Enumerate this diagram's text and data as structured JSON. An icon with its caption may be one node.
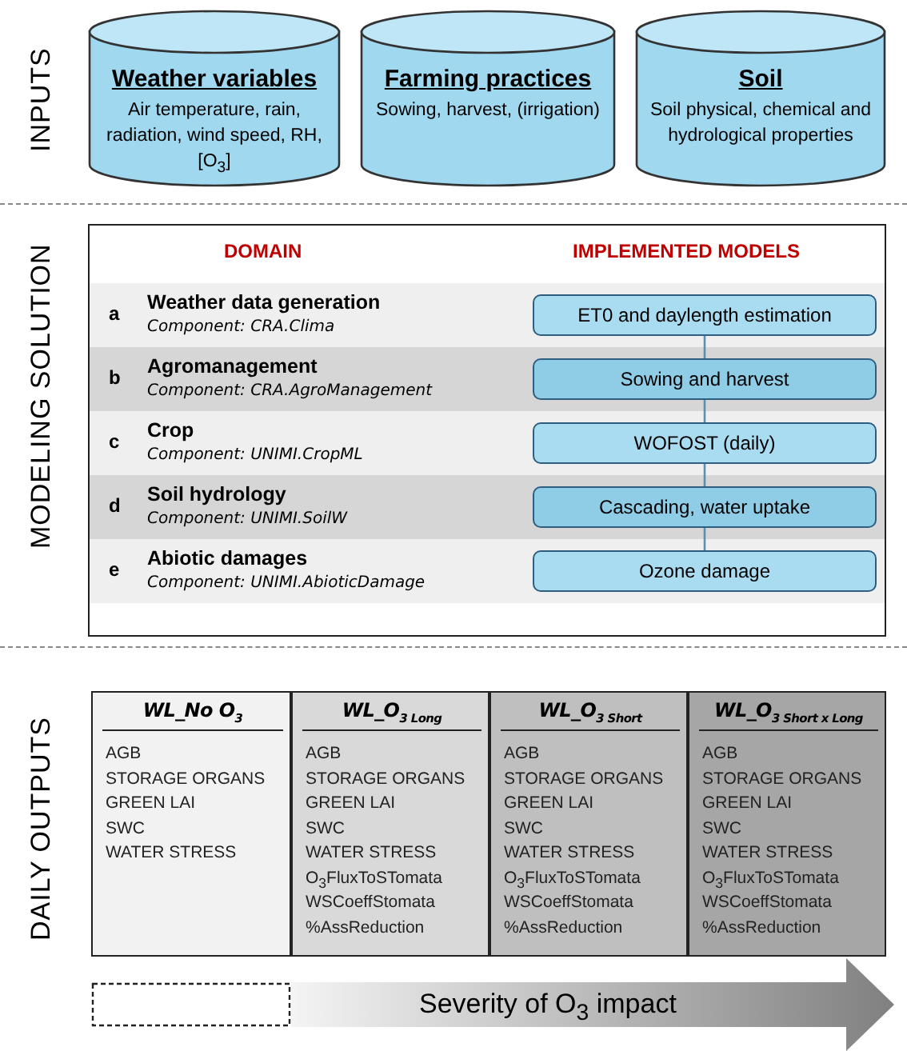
{
  "diagram": {
    "nodes": [
      {
        "text": [
          "Weather variables",
          "Air temperature, rain, radiation, wind speed, RH, [O$_{3}$]"
        ]
      },
      {
        "text": [
          "Farming practices",
          "Sowing, harvest, (irrigation)"
        ]
      },
      {
        "text": [
          "Soil",
          "Soil physical, chemical and hydrological properties"
        ]
      },
      {
        "text": [],
        "shape": "box"
      },
      {
        "text": [
          "a",
          "Weather data generation",
          "Component: CRA.Clima"
        ],
        "in": 3
      },
      {
        "text": [
          "ET0 and daylength estimation"
        ],
        "in": 4
      },
      {
        "text": [
          "b",
          "Agromanagement",
          "Component: CRA.AgroManagement"
        ],
        "in": 3
      },
      {
        "text": [
          "Sowing and harvest"
        ],
        "in": 6
      },
      {
        "text": [
          "c",
          "Crop",
          "Component: UNIMI.CropML"
        ],
        "in": 3
      },
      {
        "text": [
          "WOFOST (daily)"
        ],
        "in": 8
      },
      {
        "text": [
          "d",
          "Soil hydrology",
          "Component: UNIMI.SoilW"
        ],
        "in": 3
      },
      {
        "text": [
          "Cascading, water uptake"
        ],
        "in": 10
      },
      {
        "text": [
          "e",
          "Abiotic damages",
          "Component: UNIMI.AbioticDamage"
        ],
        "in": 3
      },
      {
        "text": [
          "Ozone damage"
        ],
        "in": 12
      },
      {
        "text": [
          "WL_No O$_{3}$",
          "AGB",
          "STORAGE ORGANS",
          "GREEN LAI",
          "SWC",
          "WATER STRESS"
        ]
      },
      {
        "text": [
          "WL_O$_{3 Long}$",
          "AGB",
          "STORAGE ORGANS",
          "GREEN LAI",
          "SWC",
          "WATER STRESS",
          "O$_{3}$FluxToSTomata",
          "WSCoeffStomata",
          "%AssReduction"
        ]
      },
      {
        "text": [
          "WL_O$_{3 Short}$",
          "AGB",
          "STORAGE ORGANS",
          "GREEN LAI",
          "SWC",
          "WATER STRESS",
          "O$_{3}$FluxToSTomata",
          "WSCoeffStomata",
          "%AssReduction"
        ]
      },
      {
        "text": [
          "WL_O$_{3 Short x Long}$",
          "AGB",
          "STORAGE ORGANS",
          "GREEN LAI",
          "SWC",
          "WATER STRESS",
          "O$_{3}$FluxToSTomata",
          "WSCoeffStomata",
          "%AssReduction"
        ]
      },
      {
        "text": [],
        "shape": "box"
      },
      {
        "text": [
          "Severity of O$_{3}$ impact"
        ]
      }
    ],
    "edges": [
      {
        "from": 5,
        "to": 7,
        "arrow": "none"
      },
      {
        "from": 7,
        "to": 9,
        "arrow": "none"
      },
      {
        "from": 9,
        "to": 11,
        "arrow": "none"
      },
      {
        "from": 11,
        "to": 13,
        "arrow": "none"
      }
    ],
    "labels": [
      "INPUTS",
      "MODELING SOLUTION",
      "DOMAIN",
      "IMPLEMENTED MODELS",
      "DAILY OUTPUTS"
    ]
  }
}
